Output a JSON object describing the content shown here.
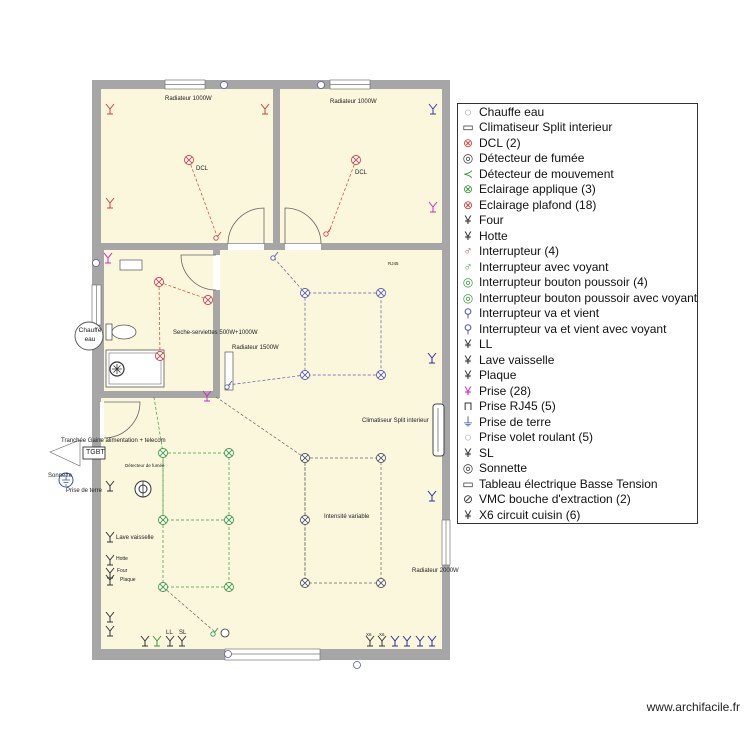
{
  "plan": {
    "labels": {
      "radiator_top_left": "Radiateur 1000W",
      "radiator_top_right": "Radiateur 1000W",
      "dcl_left": "DCL",
      "dcl_right": "DCL",
      "chauffe_eau_line1": "Chauffe",
      "chauffe_eau_line2": "eau",
      "seche_serviette": "Seche-serviettes 500W+1000W",
      "radiator_1500": "Radiateur 1500W",
      "clim": "Climatiseur Split interieur",
      "tranchee": "Tranchée Gaine alimentation + telecom",
      "tgbt": "TGBT",
      "sonnette": "Sonnette",
      "prise_terre": "Prise de terre",
      "detecteur_fumee": "Détecteur de fumée",
      "intensite": "Intensité variable",
      "lave_vaisselle": "Lave vaisselle",
      "hotte": "Hotte",
      "four": "Four",
      "plaque": "Plaque",
      "ll": "LL",
      "sl": "SL",
      "radiator_2000": "Radiateur 2000W",
      "x6_a": "X6",
      "x6_b": "X6",
      "rj45_small": "RJ45"
    }
  },
  "legend": [
    {
      "icon": "water-heater-icon",
      "label": "Chauffe eau",
      "color": "#555"
    },
    {
      "icon": "split-ac-icon",
      "label": "Climatiseur Split interieur",
      "color": "#333"
    },
    {
      "icon": "dcl-icon",
      "label": "DCL (2)",
      "color": "#d04040"
    },
    {
      "icon": "smoke-detector-icon",
      "label": "Détecteur de fumée",
      "color": "#333"
    },
    {
      "icon": "motion-detector-icon",
      "label": "Détecteur de mouvement",
      "color": "#3a9a3a"
    },
    {
      "icon": "wall-light-icon",
      "label": "Eclairage applique (3)",
      "color": "#3a9a3a"
    },
    {
      "icon": "ceiling-light-icon",
      "label": "Eclairage plafond (18)",
      "color": "#d04040"
    },
    {
      "icon": "oven-icon",
      "label": "Four",
      "color": "#333"
    },
    {
      "icon": "hood-icon",
      "label": "Hotte",
      "color": "#333"
    },
    {
      "icon": "switch-icon",
      "label": "Interrupteur (4)",
      "color": "#d04040"
    },
    {
      "icon": "switch-light-icon",
      "label": "Interrupteur avec voyant",
      "color": "#3a9a3a"
    },
    {
      "icon": "push-button-icon",
      "label": "Interrupteur bouton poussoir (4)",
      "color": "#3a9a3a"
    },
    {
      "icon": "push-button-light-icon",
      "label": "Interrupteur bouton poussoir avec voyant",
      "color": "#3a9a3a"
    },
    {
      "icon": "two-way-switch-icon",
      "label": "Interrupteur va et vient",
      "color": "#5a5aaa"
    },
    {
      "icon": "two-way-switch-light-icon",
      "label": "Interrupteur va et vient avec voyant",
      "color": "#5a5aaa"
    },
    {
      "icon": "ll-icon",
      "label": "LL",
      "color": "#333"
    },
    {
      "icon": "dishwasher-icon",
      "label": "Lave vaisselle",
      "color": "#333"
    },
    {
      "icon": "hob-icon",
      "label": "Plaque",
      "color": "#333"
    },
    {
      "icon": "outlet-icon",
      "label": "Prise (28)",
      "color": "#c030c0"
    },
    {
      "icon": "rj45-icon",
      "label": "Prise  RJ45 (5)",
      "color": "#333"
    },
    {
      "icon": "earth-icon",
      "label": "Prise de terre",
      "color": "#3050c0"
    },
    {
      "icon": "shutter-outlet-icon",
      "label": "Prise volet roulant (5)",
      "color": "#5a5aaa"
    },
    {
      "icon": "sl-icon",
      "label": "SL",
      "color": "#333"
    },
    {
      "icon": "bell-icon",
      "label": "Sonnette",
      "color": "#333"
    },
    {
      "icon": "panel-icon",
      "label": "Tableau électrique Basse Tension",
      "color": "#333"
    },
    {
      "icon": "vmc-icon",
      "label": "VMC bouche d'extraction (2)",
      "color": "#333"
    },
    {
      "icon": "x6-icon",
      "label": "X6 circuit cuisin (6)",
      "color": "#333"
    }
  ],
  "footer": {
    "brand": "www.archifacile.fr"
  },
  "colors": {
    "wall": "#a6a6a6",
    "floor": "#fbf7dc",
    "red": "#d04040",
    "green": "#3a9a3a",
    "blue": "#5a5aaa",
    "magenta": "#c030c0",
    "navy": "#2a2aa0"
  }
}
